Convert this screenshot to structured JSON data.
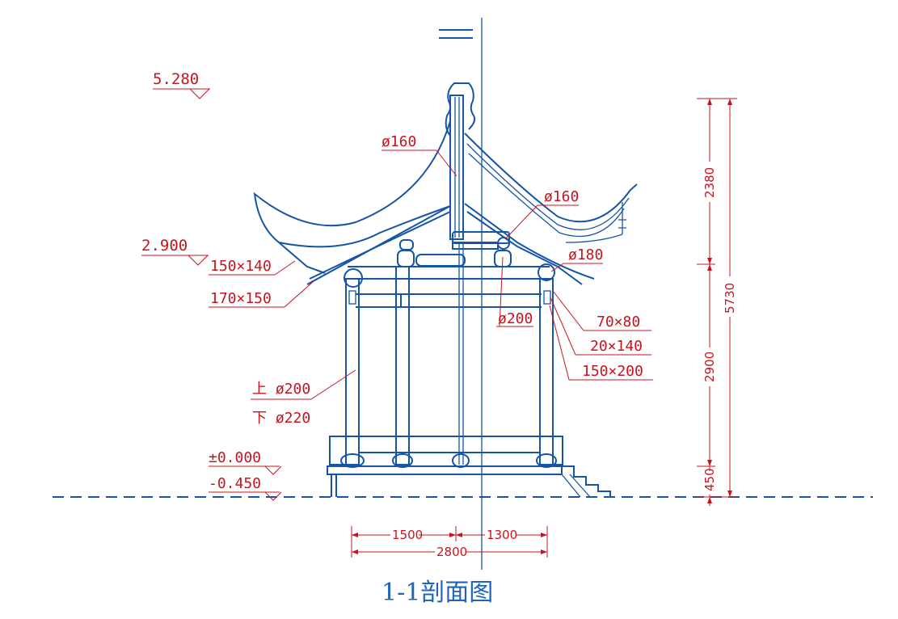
{
  "title": "1-1剖面图",
  "levels": {
    "top": "5.280",
    "eave": "2.900",
    "floor": "±0.000",
    "ground": "-0.450"
  },
  "member_labels": {
    "ridge_post": "ø160",
    "purlin_right": "ø160",
    "purlin_lower": "ø180",
    "column_top_beam": "ø200",
    "left_beam_1": "150×140",
    "left_beam_2": "170×150",
    "right_beam_1": "70×80",
    "right_beam_2": "20×140",
    "right_beam_3": "150×200",
    "column_upper": "上 ø200",
    "column_lower": "下 ø220"
  },
  "horizontal_dims": {
    "left_span": "1500",
    "right_span": "1300",
    "total": "2800"
  },
  "vertical_dims": {
    "roof": "2380",
    "column": "2900",
    "plinth": "450",
    "overall": "5730"
  },
  "colors": {
    "drawing_lines": "#1654a6",
    "annotations": "#c8141e",
    "title": "#1f64b8",
    "background": "#ffffff"
  }
}
